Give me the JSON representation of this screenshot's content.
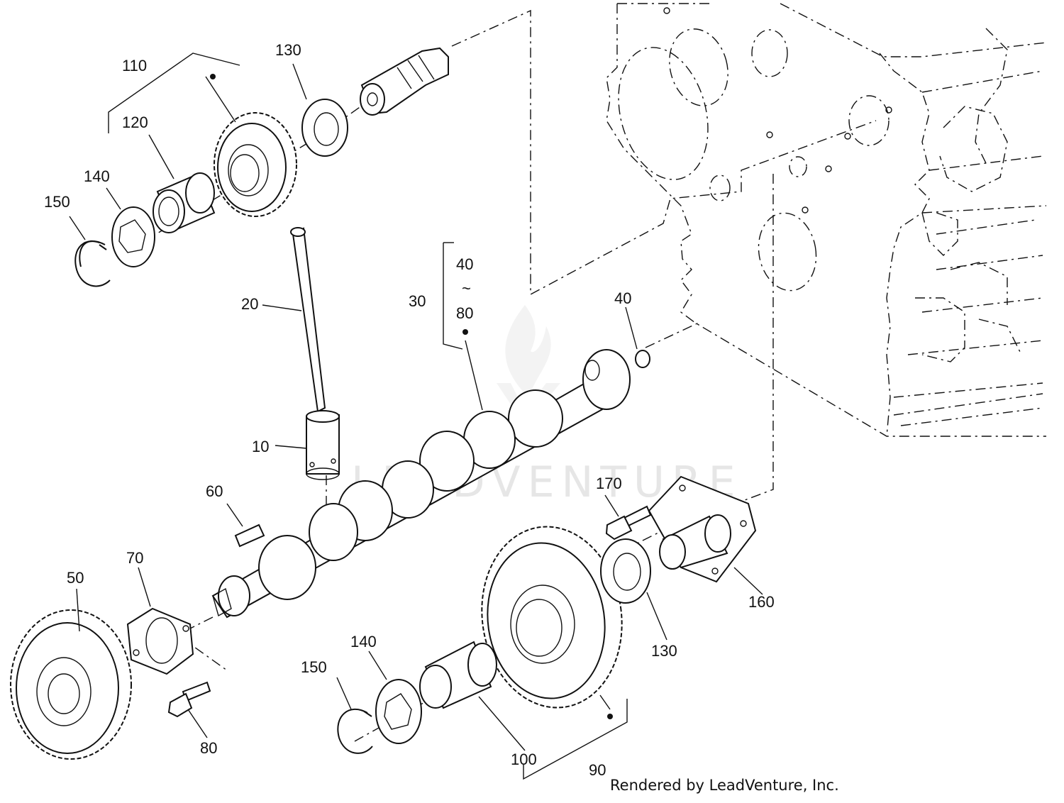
{
  "callouts": {
    "c10": "10",
    "c20": "20",
    "c30": "30",
    "c40_range_top": "40",
    "c_range_tilde": "~",
    "c80_range_bottom": "80",
    "c40": "40",
    "c50": "50",
    "c60": "60",
    "c70": "70",
    "c80": "80",
    "c90": "90",
    "c100": "100",
    "c110": "110",
    "c120": "120",
    "c130_top": "130",
    "c130_bottom": "130",
    "c140_top": "140",
    "c140_bottom": "140",
    "c150_top": "150",
    "c150_bottom": "150",
    "c160": "160",
    "c170": "170"
  },
  "watermark": "LEADVENTURE",
  "footer": "Rendered by LeadVenture, Inc.",
  "colors": {
    "line": "#111111",
    "background": "#ffffff",
    "watermark": "#e6e6e6"
  },
  "icons": {
    "watermark_logo": "flame-logo-icon"
  }
}
